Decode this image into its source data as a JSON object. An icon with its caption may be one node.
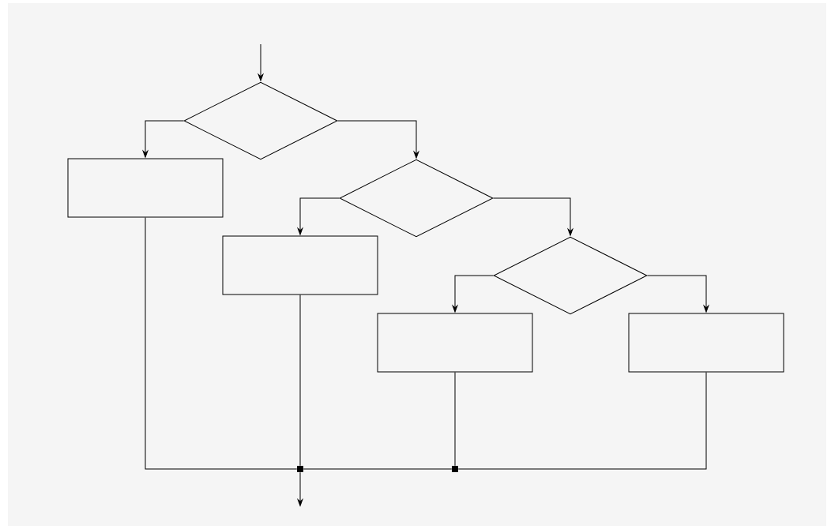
{
  "diagram": {
    "nodes": [
      {
        "text": [],
        "shape": "diamond"
      },
      {
        "text": [],
        "shape": "box"
      },
      {
        "text": [],
        "shape": "diamond"
      },
      {
        "text": [],
        "shape": "box"
      },
      {
        "text": [],
        "shape": "diamond"
      },
      {
        "text": [],
        "shape": "box"
      },
      {
        "text": [],
        "shape": "box"
      },
      {
        "text": [],
        "shape": "square"
      },
      {
        "text": [],
        "shape": "square"
      }
    ],
    "edges": [
      {
        "from": null,
        "to": 0,
        "arrow": "to"
      },
      {
        "from": 0,
        "to": 1,
        "arrow": "to"
      },
      {
        "from": 0,
        "to": 2,
        "arrow": "to"
      },
      {
        "from": 2,
        "to": 3,
        "arrow": "to"
      },
      {
        "from": 2,
        "to": 4,
        "arrow": "to"
      },
      {
        "from": 4,
        "to": 5,
        "arrow": "to"
      },
      {
        "from": 4,
        "to": 6,
        "arrow": "to"
      },
      {
        "from": 1,
        "to": 7,
        "arrow": "none"
      },
      {
        "from": 3,
        "to": 7,
        "arrow": "none"
      },
      {
        "from": 5,
        "to": 8,
        "arrow": "none"
      },
      {
        "from": 6,
        "to": 8,
        "arrow": "none"
      },
      {
        "from": 8,
        "to": 7,
        "arrow": "none"
      },
      {
        "from": 7,
        "to": null,
        "arrow": "to"
      }
    ]
  }
}
